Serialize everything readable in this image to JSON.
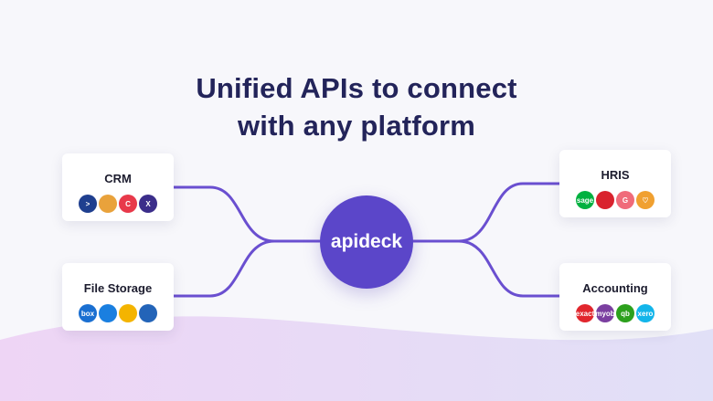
{
  "title": {
    "line1": "Unified APIs to connect",
    "line2": "with any platform"
  },
  "hub": {
    "label": "apideck"
  },
  "categories": {
    "crm": {
      "label": "CRM",
      "logos": [
        {
          "icon": "pipedrive-arrow-icon",
          "text": ">",
          "color": "#1f3f8f"
        },
        {
          "icon": "hubspot-sprocket-icon",
          "text": "",
          "color": "#e9a23b"
        },
        {
          "icon": "copper-icon",
          "text": "C",
          "color": "#e8394a"
        },
        {
          "icon": "close-x-icon",
          "text": "X",
          "color": "#3b2d8a"
        }
      ]
    },
    "files": {
      "label": "File Storage",
      "logos": [
        {
          "icon": "box-icon",
          "text": "box",
          "color": "#1a6fd1"
        },
        {
          "icon": "dropbox-icon",
          "text": "",
          "color": "#1a7fe0"
        },
        {
          "icon": "google-drive-icon",
          "text": "",
          "color": "#f4b400"
        },
        {
          "icon": "onedrive-icon",
          "text": "",
          "color": "#2364b8"
        }
      ]
    },
    "hris": {
      "label": "HRIS",
      "logos": [
        {
          "icon": "sage-icon",
          "text": "sage",
          "color": "#00b140"
        },
        {
          "icon": "personio-icon",
          "text": "",
          "color": "#d9232e"
        },
        {
          "icon": "greenhouse-icon",
          "text": "G",
          "color": "#f06b7a"
        },
        {
          "icon": "heart-icon",
          "text": "♡",
          "color": "#f0a030"
        }
      ]
    },
    "acct": {
      "label": "Accounting",
      "logos": [
        {
          "icon": "exact-icon",
          "text": "exact",
          "color": "#e1262d"
        },
        {
          "icon": "myob-icon",
          "text": "myob",
          "color": "#7b3fa0"
        },
        {
          "icon": "quickbooks-icon",
          "text": "qb",
          "color": "#2ca01c"
        },
        {
          "icon": "xero-icon",
          "text": "xero",
          "color": "#13b5ea"
        }
      ]
    }
  },
  "colors": {
    "accent": "#5b46c9",
    "connector": "#6a4fd0",
    "title": "#23245a"
  }
}
